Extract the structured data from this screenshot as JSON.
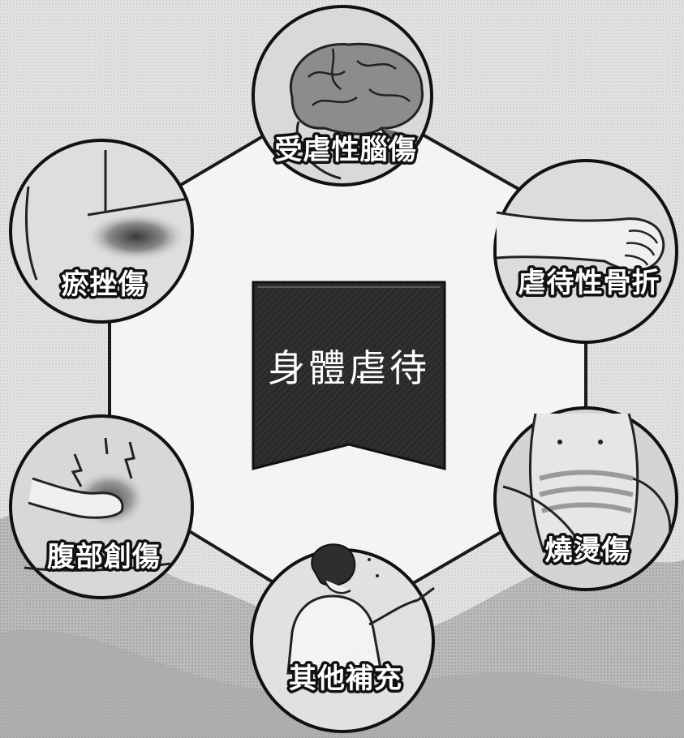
{
  "diagram": {
    "center": {
      "title": "身體虐待"
    },
    "nodes": [
      {
        "id": "brain",
        "label": "受虐性腦傷",
        "icon": "brain-icon"
      },
      {
        "id": "fracture",
        "label": "虐待性骨折",
        "icon": "arm-fist-icon"
      },
      {
        "id": "burn",
        "label": "燒燙傷",
        "icon": "body-burn-icon"
      },
      {
        "id": "other",
        "label": "其他補充",
        "icon": "man-pointing-icon"
      },
      {
        "id": "abdominal",
        "label": "腹部創傷",
        "icon": "abdomen-pain-icon"
      },
      {
        "id": "bruise",
        "label": "瘀挫傷",
        "icon": "bruise-icon"
      }
    ],
    "colors": {
      "background": "#e9e9e9",
      "banner": "#2b2b2b",
      "line": "#1a1a1a",
      "circle_fill": "#d6d6d6",
      "label_fill": "#ffffff"
    }
  }
}
